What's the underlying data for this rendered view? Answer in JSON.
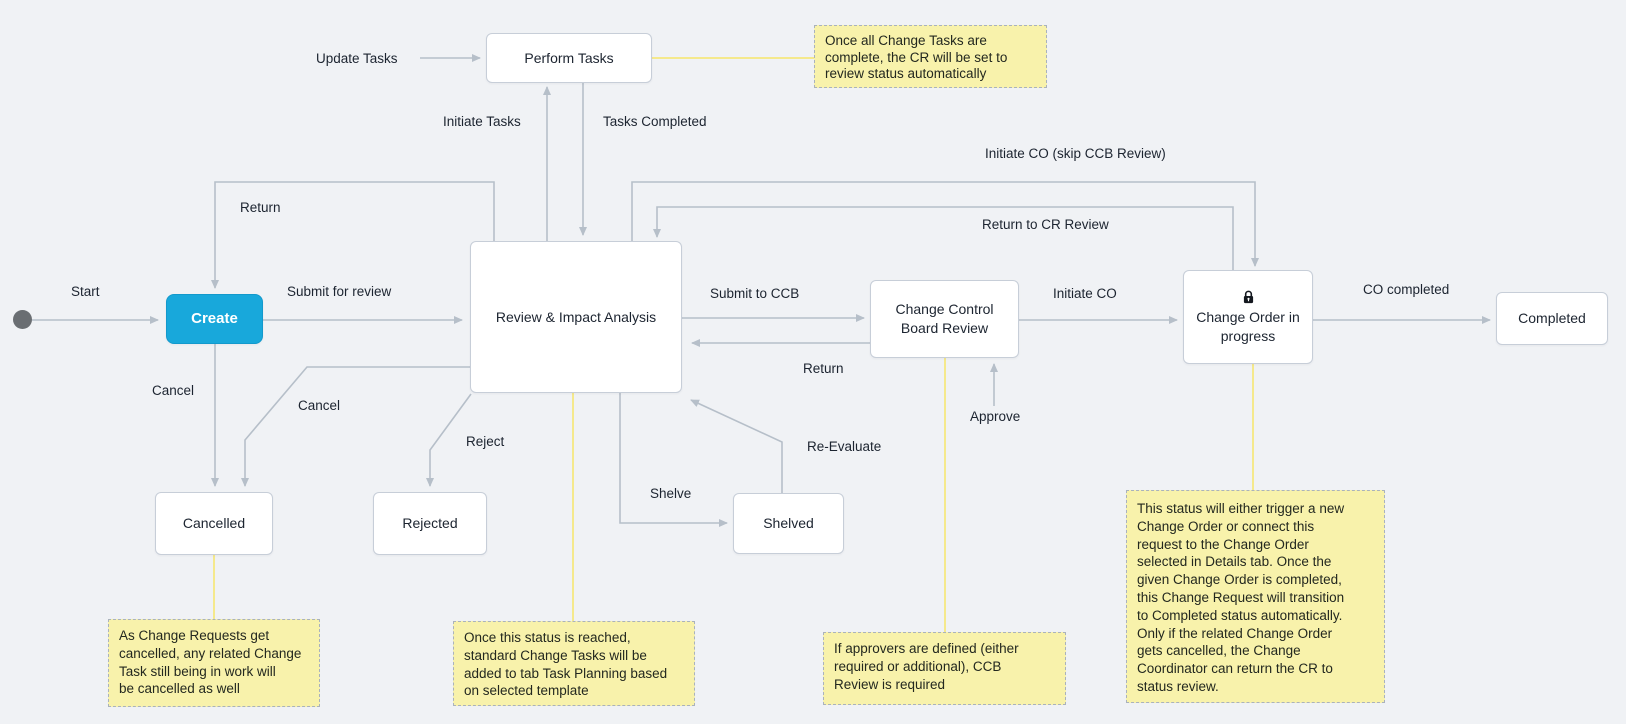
{
  "diagram": {
    "colors": {
      "background": "#f0f2f5",
      "connector_gray": "#b6bfc9",
      "connector_yellow": "#f5e98c",
      "node_fill": "#ffffff",
      "node_border": "#c7ced8",
      "accent_blue": "#18a8db",
      "note_fill": "#f8f2ab",
      "start_node": "#6a6e72",
      "text": "#1c2430"
    },
    "nodes": [
      {
        "id": "create",
        "label": "Create",
        "style": "accent-blue"
      },
      {
        "id": "perform-tasks",
        "label": "Perform Tasks",
        "style": "default"
      },
      {
        "id": "review-impact-analysis",
        "label": "Review & Impact Analysis",
        "style": "default"
      },
      {
        "id": "change-control-board-review",
        "label": "Change Control\nBoard Review",
        "style": "default"
      },
      {
        "id": "change-order-in-progress",
        "label": "Change Order in\nprogress",
        "style": "default",
        "icon": "lock-icon"
      },
      {
        "id": "completed",
        "label": "Completed",
        "style": "default"
      },
      {
        "id": "cancelled",
        "label": "Cancelled",
        "style": "default"
      },
      {
        "id": "rejected",
        "label": "Rejected",
        "style": "default"
      },
      {
        "id": "shelved",
        "label": "Shelved",
        "style": "default"
      }
    ],
    "transitions": [
      {
        "id": "start",
        "label": "Start",
        "from": "start-circle",
        "to": "create"
      },
      {
        "id": "submit-for-review",
        "label": "Submit for review",
        "from": "create",
        "to": "review-impact-analysis"
      },
      {
        "id": "return-to-create",
        "label": "Return",
        "from": "review-impact-analysis",
        "to": "create"
      },
      {
        "id": "cancel-from-create",
        "label": "Cancel",
        "from": "create",
        "to": "cancelled"
      },
      {
        "id": "cancel-from-review",
        "label": "Cancel",
        "from": "review-impact-analysis",
        "to": "cancelled"
      },
      {
        "id": "update-tasks",
        "label": "Update Tasks",
        "from": "perform-tasks",
        "to": "perform-tasks"
      },
      {
        "id": "initiate-tasks",
        "label": "Initiate Tasks",
        "from": "review-impact-analysis",
        "to": "perform-tasks"
      },
      {
        "id": "tasks-completed",
        "label": "Tasks Completed",
        "from": "perform-tasks",
        "to": "review-impact-analysis"
      },
      {
        "id": "initiate-co-skip-ccb-review",
        "label": "Initiate CO (skip CCB Review)",
        "from": "review-impact-analysis",
        "to": "change-order-in-progress"
      },
      {
        "id": "return-to-cr-review",
        "label": "Return to CR Review",
        "from": "change-order-in-progress",
        "to": "review-impact-analysis"
      },
      {
        "id": "submit-to-ccb",
        "label": "Submit to CCB",
        "from": "review-impact-analysis",
        "to": "change-control-board-review"
      },
      {
        "id": "return-from-ccb",
        "label": "Return",
        "from": "change-control-board-review",
        "to": "review-impact-analysis"
      },
      {
        "id": "initiate-co",
        "label": "Initiate CO",
        "from": "change-control-board-review",
        "to": "change-order-in-progress"
      },
      {
        "id": "approve",
        "label": "Approve",
        "from": "",
        "to": "change-control-board-review"
      },
      {
        "id": "co-completed",
        "label": "CO completed",
        "from": "change-order-in-progress",
        "to": "completed"
      },
      {
        "id": "reject",
        "label": "Reject",
        "from": "review-impact-analysis",
        "to": "rejected"
      },
      {
        "id": "shelve",
        "label": "Shelve",
        "from": "review-impact-analysis",
        "to": "shelved"
      },
      {
        "id": "re-evaluate",
        "label": "Re-Evaluate",
        "from": "shelved",
        "to": "review-impact-analysis"
      }
    ],
    "notes": [
      {
        "id": "note-perform-tasks",
        "attached_to": "perform-tasks",
        "text": "Once all Change Tasks are\ncomplete, the CR will be set to\nreview status automatically"
      },
      {
        "id": "note-cancelled",
        "attached_to": "cancelled",
        "text": "As Change Requests get\ncancelled, any related Change\nTask still being in work will\nbe cancelled as well"
      },
      {
        "id": "note-review",
        "attached_to": "review-impact-analysis",
        "text": "Once this status is reached,\nstandard Change Tasks will be\nadded to tab Task Planning based\non selected template"
      },
      {
        "id": "note-ccb",
        "attached_to": "change-control-board-review",
        "text": "If approvers are defined (either\nrequired or additional), CCB\nReview is required"
      },
      {
        "id": "note-change-order",
        "attached_to": "change-order-in-progress",
        "text": "This status will either trigger a new\nChange Order or connect this\nrequest to the Change Order\nselected in Details tab. Once the\ngiven Change Order is completed,\nthis Change Request will transition\nto Completed status automatically.\nOnly if the related Change Order\ngets cancelled, the Change\nCoordinator can return the CR to\nstatus review."
      }
    ]
  }
}
